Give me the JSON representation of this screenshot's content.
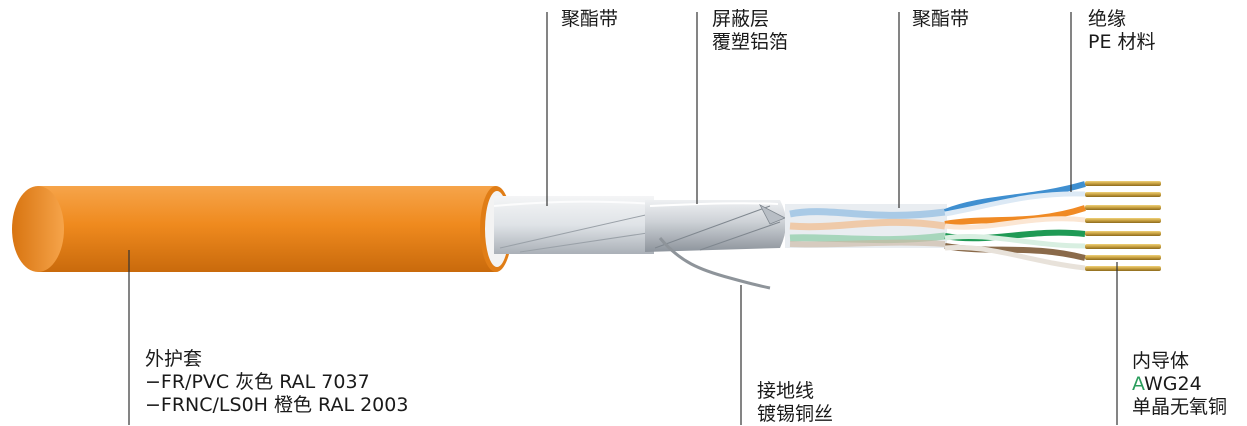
{
  "labels": {
    "polyester_tape_1": "聚酯带",
    "shield": {
      "line1": "屏蔽层",
      "line2": "覆塑铝箔"
    },
    "polyester_tape_2": "聚酯带",
    "insulation": {
      "line1": "绝缘",
      "line2": "PE 材料"
    },
    "outer_jacket": {
      "line1": "外护套",
      "line2": "−FR/PVC  灰色 RAL 7037",
      "line3": "−FRNC/LS0H   橙色 RAL 2003"
    },
    "drain_wire": {
      "line1": "接地线",
      "line2": "镀锡铜丝"
    },
    "conductor": {
      "line1": "内导体",
      "line2_prefix": "A",
      "line2_rest": "WG24",
      "line3": "单晶无氧铜"
    }
  },
  "colors": {
    "jacket": "#ef8a1e",
    "jacket_dark": "#c96a0c",
    "foil": "#cfd3d8",
    "pair_blue": "#3f8fd0",
    "pair_orange": "#f08a24",
    "pair_green": "#1f9a55",
    "pair_brown": "#8a6a4a",
    "copper": "#c8a040",
    "leader": "#333333"
  }
}
